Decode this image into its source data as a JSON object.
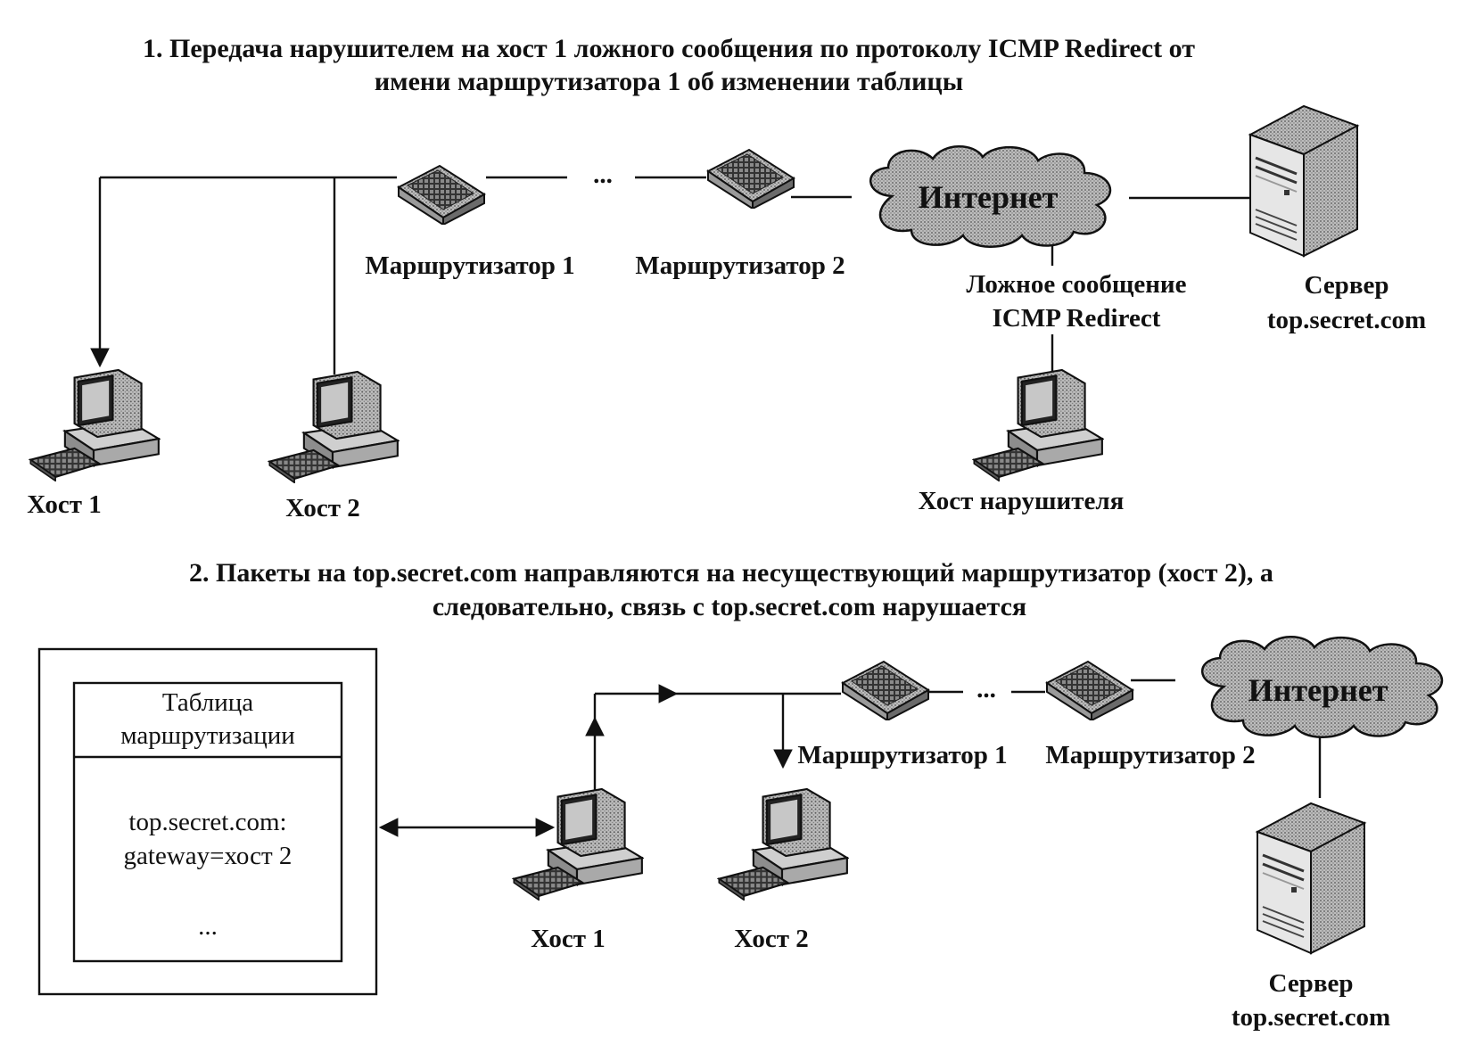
{
  "section1": {
    "title_line1": "1. Передача нарушителем на хост 1 ложного сообщения по протоколу ICMP Redirect от",
    "title_line2": "имени маршрутизатора 1 об изменении таблицы",
    "router1_label": "Маршрутизатор 1",
    "router2_label": "Маршрутизатор 2",
    "ellipsis": "...",
    "cloud_label": "Интернет",
    "server_label_line1": "Сервер",
    "server_label_line2": "top.secret.com",
    "fake_msg_line1": "Ложное сообщение",
    "fake_msg_line2": "ICMP Redirect",
    "attacker_label": "Хост нарушителя",
    "host1_label": "Хост 1",
    "host2_label": "Хост 2"
  },
  "section2": {
    "title_line1": "2. Пакеты на top.secret.com направляются на несуществующий маршрутизатор (хост 2), а",
    "title_line2": "следовательно, связь с top.secret.com нарушается",
    "table_header_line1": "Таблица",
    "table_header_line2": "маршрутизации",
    "table_entry_line1": "top.secret.com:",
    "table_entry_line2": "gateway=хост 2",
    "table_ellipsis": "...",
    "router1_label": "Маршрутизатор 1",
    "router2_label": "Маршрутизатор 2",
    "ellipsis": "...",
    "cloud_label": "Интернет",
    "host1_label": "Хост 1",
    "host2_label": "Хост 2",
    "server_label_line1": "Сервер",
    "server_label_line2": "top.secret.com"
  },
  "icons": {
    "router": "router-icon",
    "computer": "computer-icon",
    "server": "server-icon",
    "cloud": "cloud-icon"
  }
}
